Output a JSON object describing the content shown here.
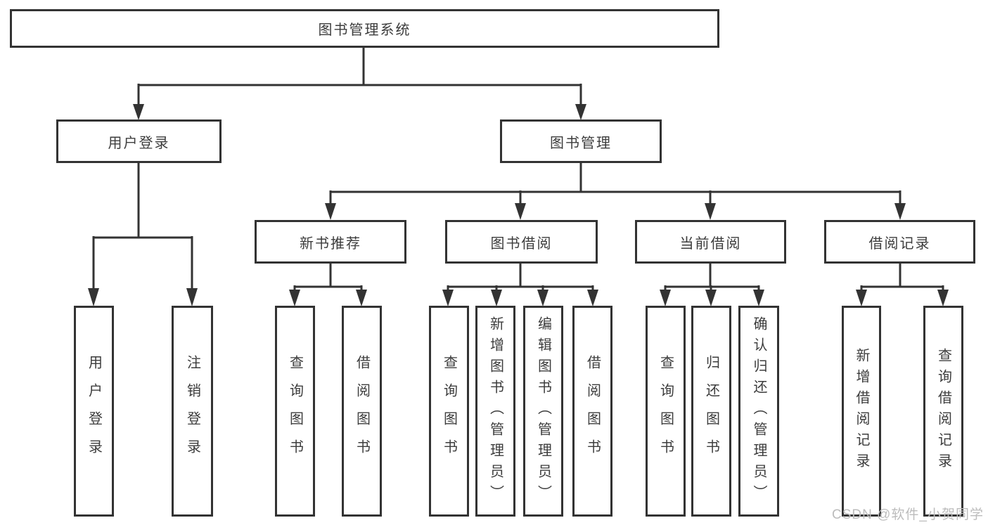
{
  "diagram": {
    "root": {
      "label": "图书管理系统"
    },
    "level2": [
      {
        "label": "用户登录"
      },
      {
        "label": "图书管理"
      }
    ],
    "level3": [
      {
        "label": "新书推荐"
      },
      {
        "label": "图书借阅"
      },
      {
        "label": "当前借阅"
      },
      {
        "label": "借阅记录"
      }
    ],
    "leaves": [
      {
        "label": "用户登录"
      },
      {
        "label": "注销登录"
      },
      {
        "label": "查询图书"
      },
      {
        "label": "借阅图书"
      },
      {
        "label": "查询图书"
      },
      {
        "label": "新增图书（管理员）"
      },
      {
        "label": "编辑图书（管理员）"
      },
      {
        "label": "借阅图书"
      },
      {
        "label": "查询图书"
      },
      {
        "label": "归还图书"
      },
      {
        "label": "确认归还（管理员）"
      },
      {
        "label": "新增借阅记录"
      },
      {
        "label": "查询借阅记录"
      }
    ]
  },
  "watermark": {
    "text": "CSDN @软件_小贺同学"
  },
  "colors": {
    "line": "#333333",
    "text": "#3c3c3c",
    "background": "#ffffff",
    "watermark": "#bcbcbc"
  }
}
